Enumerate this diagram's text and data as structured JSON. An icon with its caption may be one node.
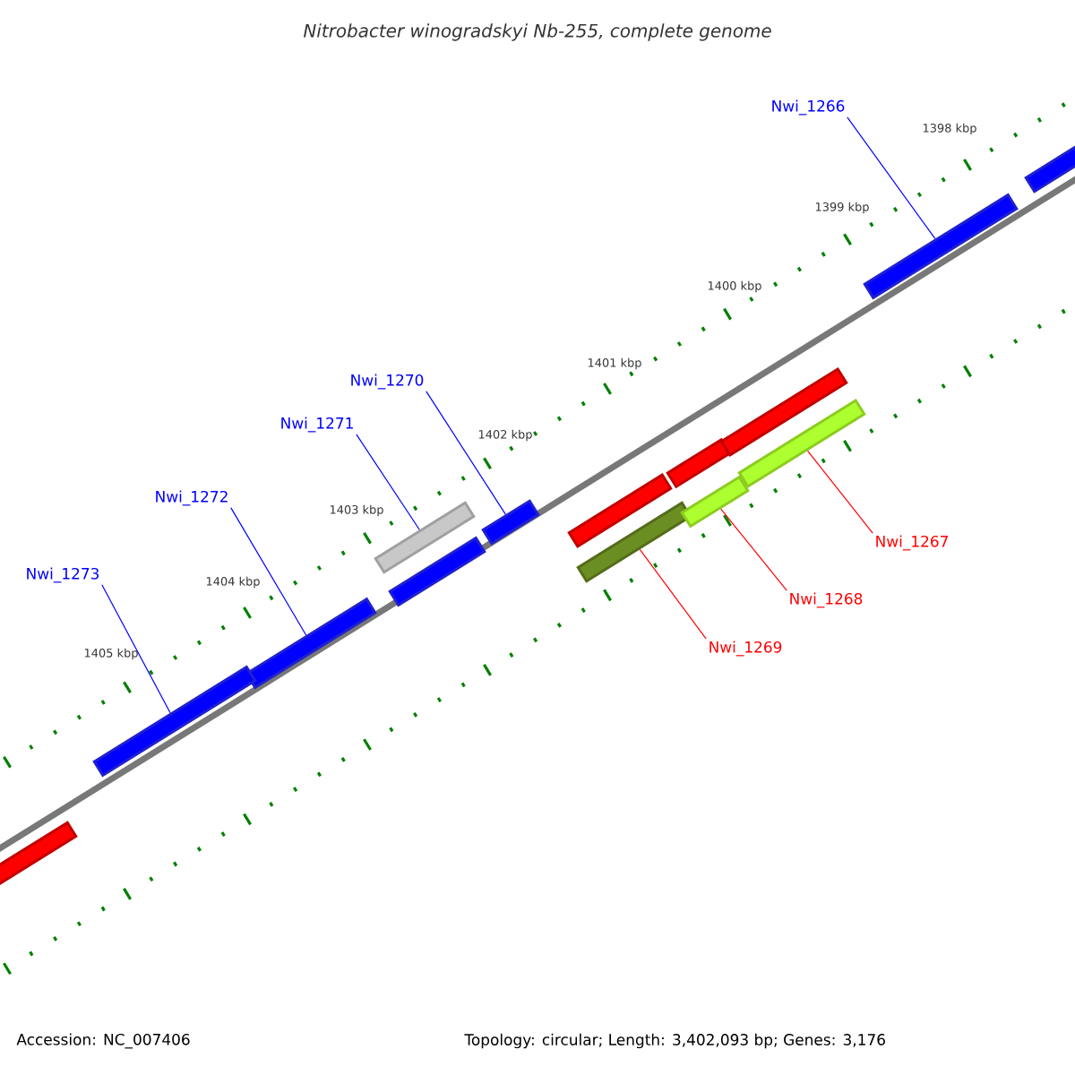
{
  "diagram": {
    "title": "Nitrobacter winogradskyi Nb-255, complete genome",
    "nodes": [
      {
        "text": [
          "Nwi_1266"
        ]
      },
      {
        "text": [
          "Nwi_1270"
        ]
      },
      {
        "text": [
          "Nwi_1271"
        ]
      },
      {
        "text": [
          "Nwi_1272"
        ]
      },
      {
        "text": [
          "Nwi_1273"
        ]
      },
      {
        "text": [
          "Nwi_1267"
        ]
      },
      {
        "text": [
          "Nwi_1268"
        ]
      },
      {
        "text": [
          "Nwi_1269"
        ]
      },
      {
        "text": [],
        "shape": "bar"
      },
      {
        "text": [],
        "shape": "bar"
      },
      {
        "text": [],
        "shape": "bar"
      },
      {
        "text": [],
        "shape": "bar"
      },
      {
        "text": [],
        "shape": "bar"
      },
      {
        "text": [],
        "shape": "bar"
      },
      {
        "text": [],
        "shape": "bar"
      },
      {
        "text": [],
        "shape": "bar"
      },
      {
        "text": [],
        "shape": "bar"
      },
      {
        "text": [],
        "shape": "bar"
      },
      {
        "text": [],
        "shape": "bar"
      },
      {
        "text": [],
        "shape": "bar"
      },
      {
        "text": [],
        "shape": "bar"
      },
      {
        "text": [],
        "shape": "bar"
      }
    ],
    "edges": [
      {
        "from": 0,
        "to": 9,
        "arrow": "none"
      },
      {
        "from": 1,
        "to": 10,
        "arrow": "none"
      },
      {
        "from": 2,
        "to": 11,
        "arrow": "none"
      },
      {
        "from": 3,
        "to": 13,
        "arrow": "none"
      },
      {
        "from": 4,
        "to": 14,
        "arrow": "none"
      },
      {
        "from": 5,
        "to": 20,
        "arrow": "none",
        "color": "#ff0000"
      },
      {
        "from": 6,
        "to": 19,
        "arrow": "none",
        "color": "#ff0000"
      },
      {
        "from": 7,
        "to": 18,
        "arrow": "none",
        "color": "#ff0000"
      }
    ],
    "labels": [
      "1398 kbp",
      "1399 kbp",
      "1400 kbp",
      "1401 kbp",
      "1402 kbp",
      "1403 kbp",
      "1404 kbp",
      "1405 kbp",
      "Accession: NC_007406",
      "Topology: circular; Length: 3,402,093 bp; Genes: 3,176"
    ]
  }
}
